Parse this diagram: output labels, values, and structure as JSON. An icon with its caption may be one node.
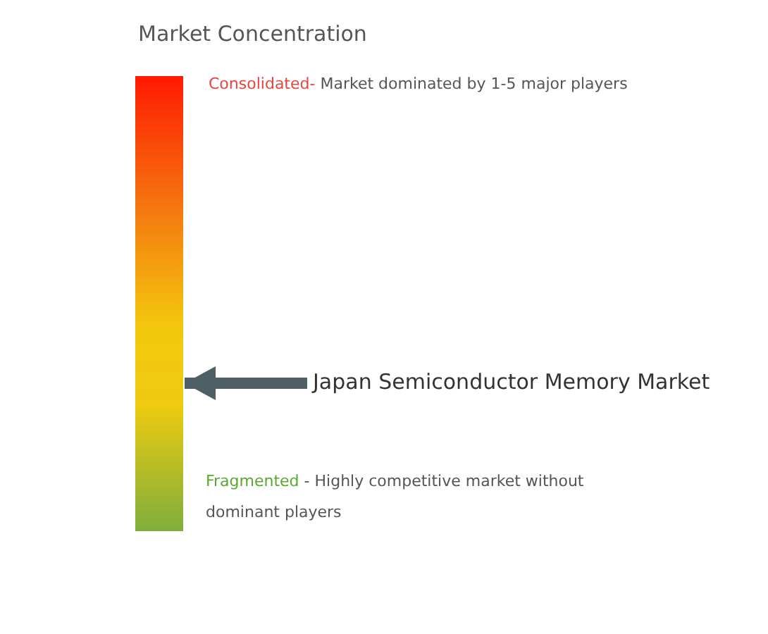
{
  "diagram": {
    "title": "Market Concentration",
    "nodes": [
      {
        "text": [],
        "shape": "bar"
      },
      {
        "text": [
          "Japan Semiconductor Memory Market"
        ]
      }
    ],
    "edges": [
      {
        "from": 1,
        "to": 0,
        "arrow": "to"
      }
    ],
    "labels": [
      "Consolidated-",
      "Market dominated by 1-5 major players",
      "Fragmented",
      "- Highly competitive market without dominant players"
    ]
  }
}
